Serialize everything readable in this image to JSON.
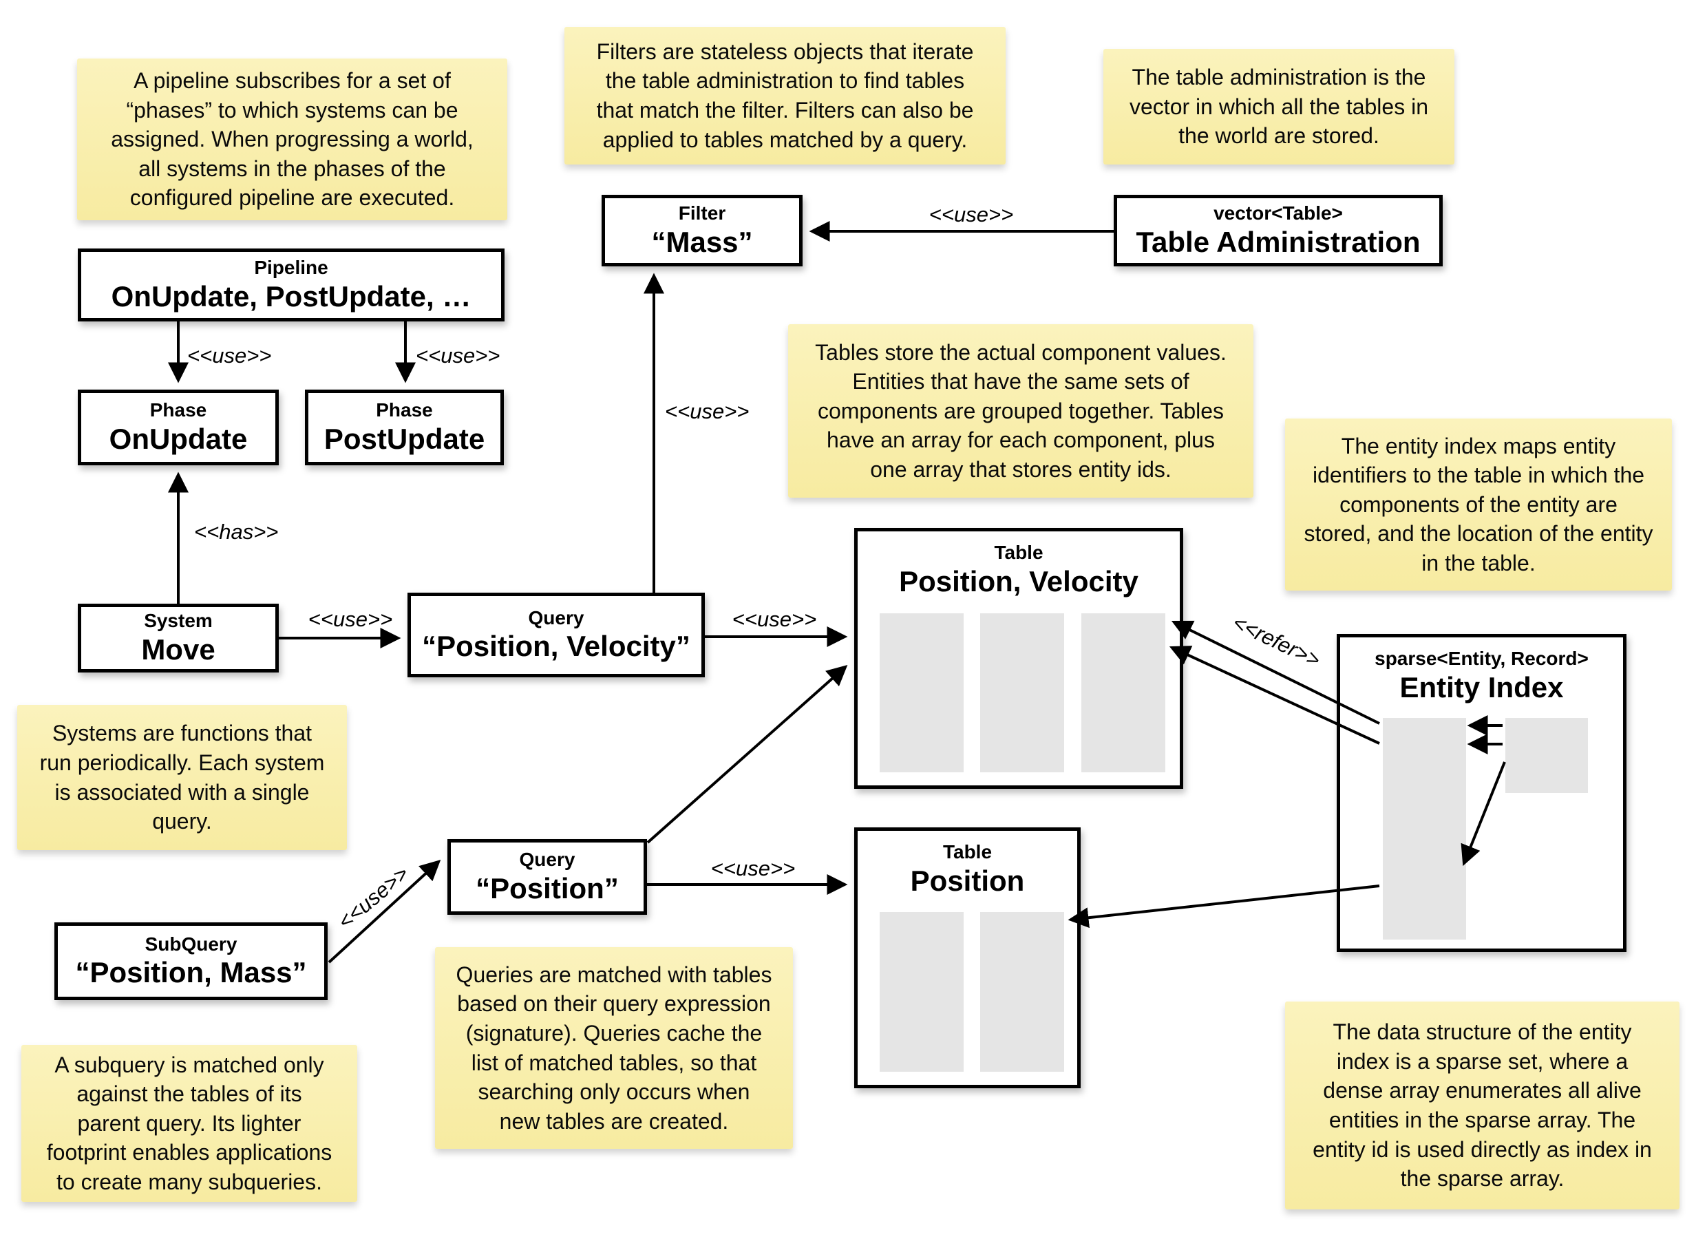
{
  "notes": {
    "pipeline": "A pipeline subscribes for a set of\n“phases” to which systems can be\nassigned. When progressing a world,\nall systems in the phases of the\nconfigured pipeline are executed.",
    "filters": "Filters are stateless objects that iterate\nthe table administration to find tables\nthat match the filter. Filters can also be\napplied to tables matched by a query.",
    "table_admin": "The table administration is the\nvector in which all the tables in\nthe world are stored.",
    "tables": "Tables store the actual component values.\nEntities that have the same sets of\ncomponents are grouped together. Tables\nhave an array for each component, plus\none array that stores entity ids.",
    "entity_index": "The entity index maps entity\nidentifiers to the table in which the\ncomponents of the entity are\nstored, and the location of the entity\nin the table.",
    "systems": "Systems are functions that\nrun periodically. Each system\nis associated with a single\nquery.",
    "queries": "Queries are matched with tables\nbased on their query expression\n(signature). Queries cache the\nlist of matched tables, so that\nsearching only occurs when\nnew tables are created.",
    "subquery": "A subquery is matched only\nagainst the tables of its\nparent query. Its lighter\nfootprint enables applications\nto create many subqueries.",
    "sparse_set": "The data structure of the entity\nindex is a sparse set, where a\ndense array enumerates all alive\nentities in the sparse array. The\nentity id is used directly as index in\nthe sparse array."
  },
  "boxes": {
    "pipeline": {
      "title": "Pipeline",
      "value": "OnUpdate, PostUpdate, …"
    },
    "phase_onupdate": {
      "title": "Phase",
      "value": "OnUpdate"
    },
    "phase_postupdate": {
      "title": "Phase",
      "value": "PostUpdate"
    },
    "system_move": {
      "title": "System",
      "value": "Move"
    },
    "query_pv": {
      "title": "Query",
      "value": "“Position, Velocity”"
    },
    "filter_mass": {
      "title": "Filter",
      "value": "“Mass”"
    },
    "table_admin": {
      "title": "vector<Table>",
      "value": "Table Administration"
    },
    "table_pv": {
      "title": "Table",
      "value": "Position, Velocity"
    },
    "table_p": {
      "title": "Table",
      "value": "Position"
    },
    "entity_index": {
      "title": "sparse<Entity, Record>",
      "value": "Entity Index"
    },
    "query_p": {
      "title": "Query",
      "value": "“Position”"
    },
    "subquery": {
      "title": "SubQuery",
      "value": "“Position, Mass”"
    }
  },
  "edge_labels": {
    "pipeline_onupdate": "<<use>>",
    "pipeline_postupdate": "<<use>>",
    "system_has_phase": "<<has>>",
    "system_query": "<<use>>",
    "query_filter": "<<use>>",
    "query_table_pv": "<<use>>",
    "query_p_table_p": "<<use>>",
    "subquery_query": "<<use>>",
    "tableadmin_filter": "<<use>>",
    "entityindex_refer": "<<refer>>"
  },
  "colors": {
    "note_bg_top": "#fbf3bd",
    "note_bg_bottom": "#f7eba1",
    "box_border": "#000000",
    "array_fill": "#e5e5e5",
    "background": "#ffffff"
  }
}
